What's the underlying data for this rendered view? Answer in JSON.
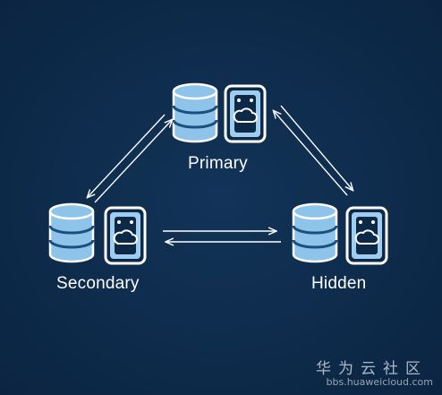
{
  "nodes": {
    "primary": {
      "label": "Primary"
    },
    "secondary": {
      "label": "Secondary"
    },
    "hidden": {
      "label": "Hidden"
    }
  },
  "watermark": {
    "brand": "华为云社区",
    "url": "bbs.huaweicloud.com"
  },
  "colors": {
    "background": "#0d2948",
    "stroke": "#ffffff",
    "cylinder_fill": "#8fc4ea",
    "cylinder_band": "#1c4f7d"
  },
  "icons": [
    "database-icon",
    "cloud-device-icon",
    "double-arrow"
  ]
}
